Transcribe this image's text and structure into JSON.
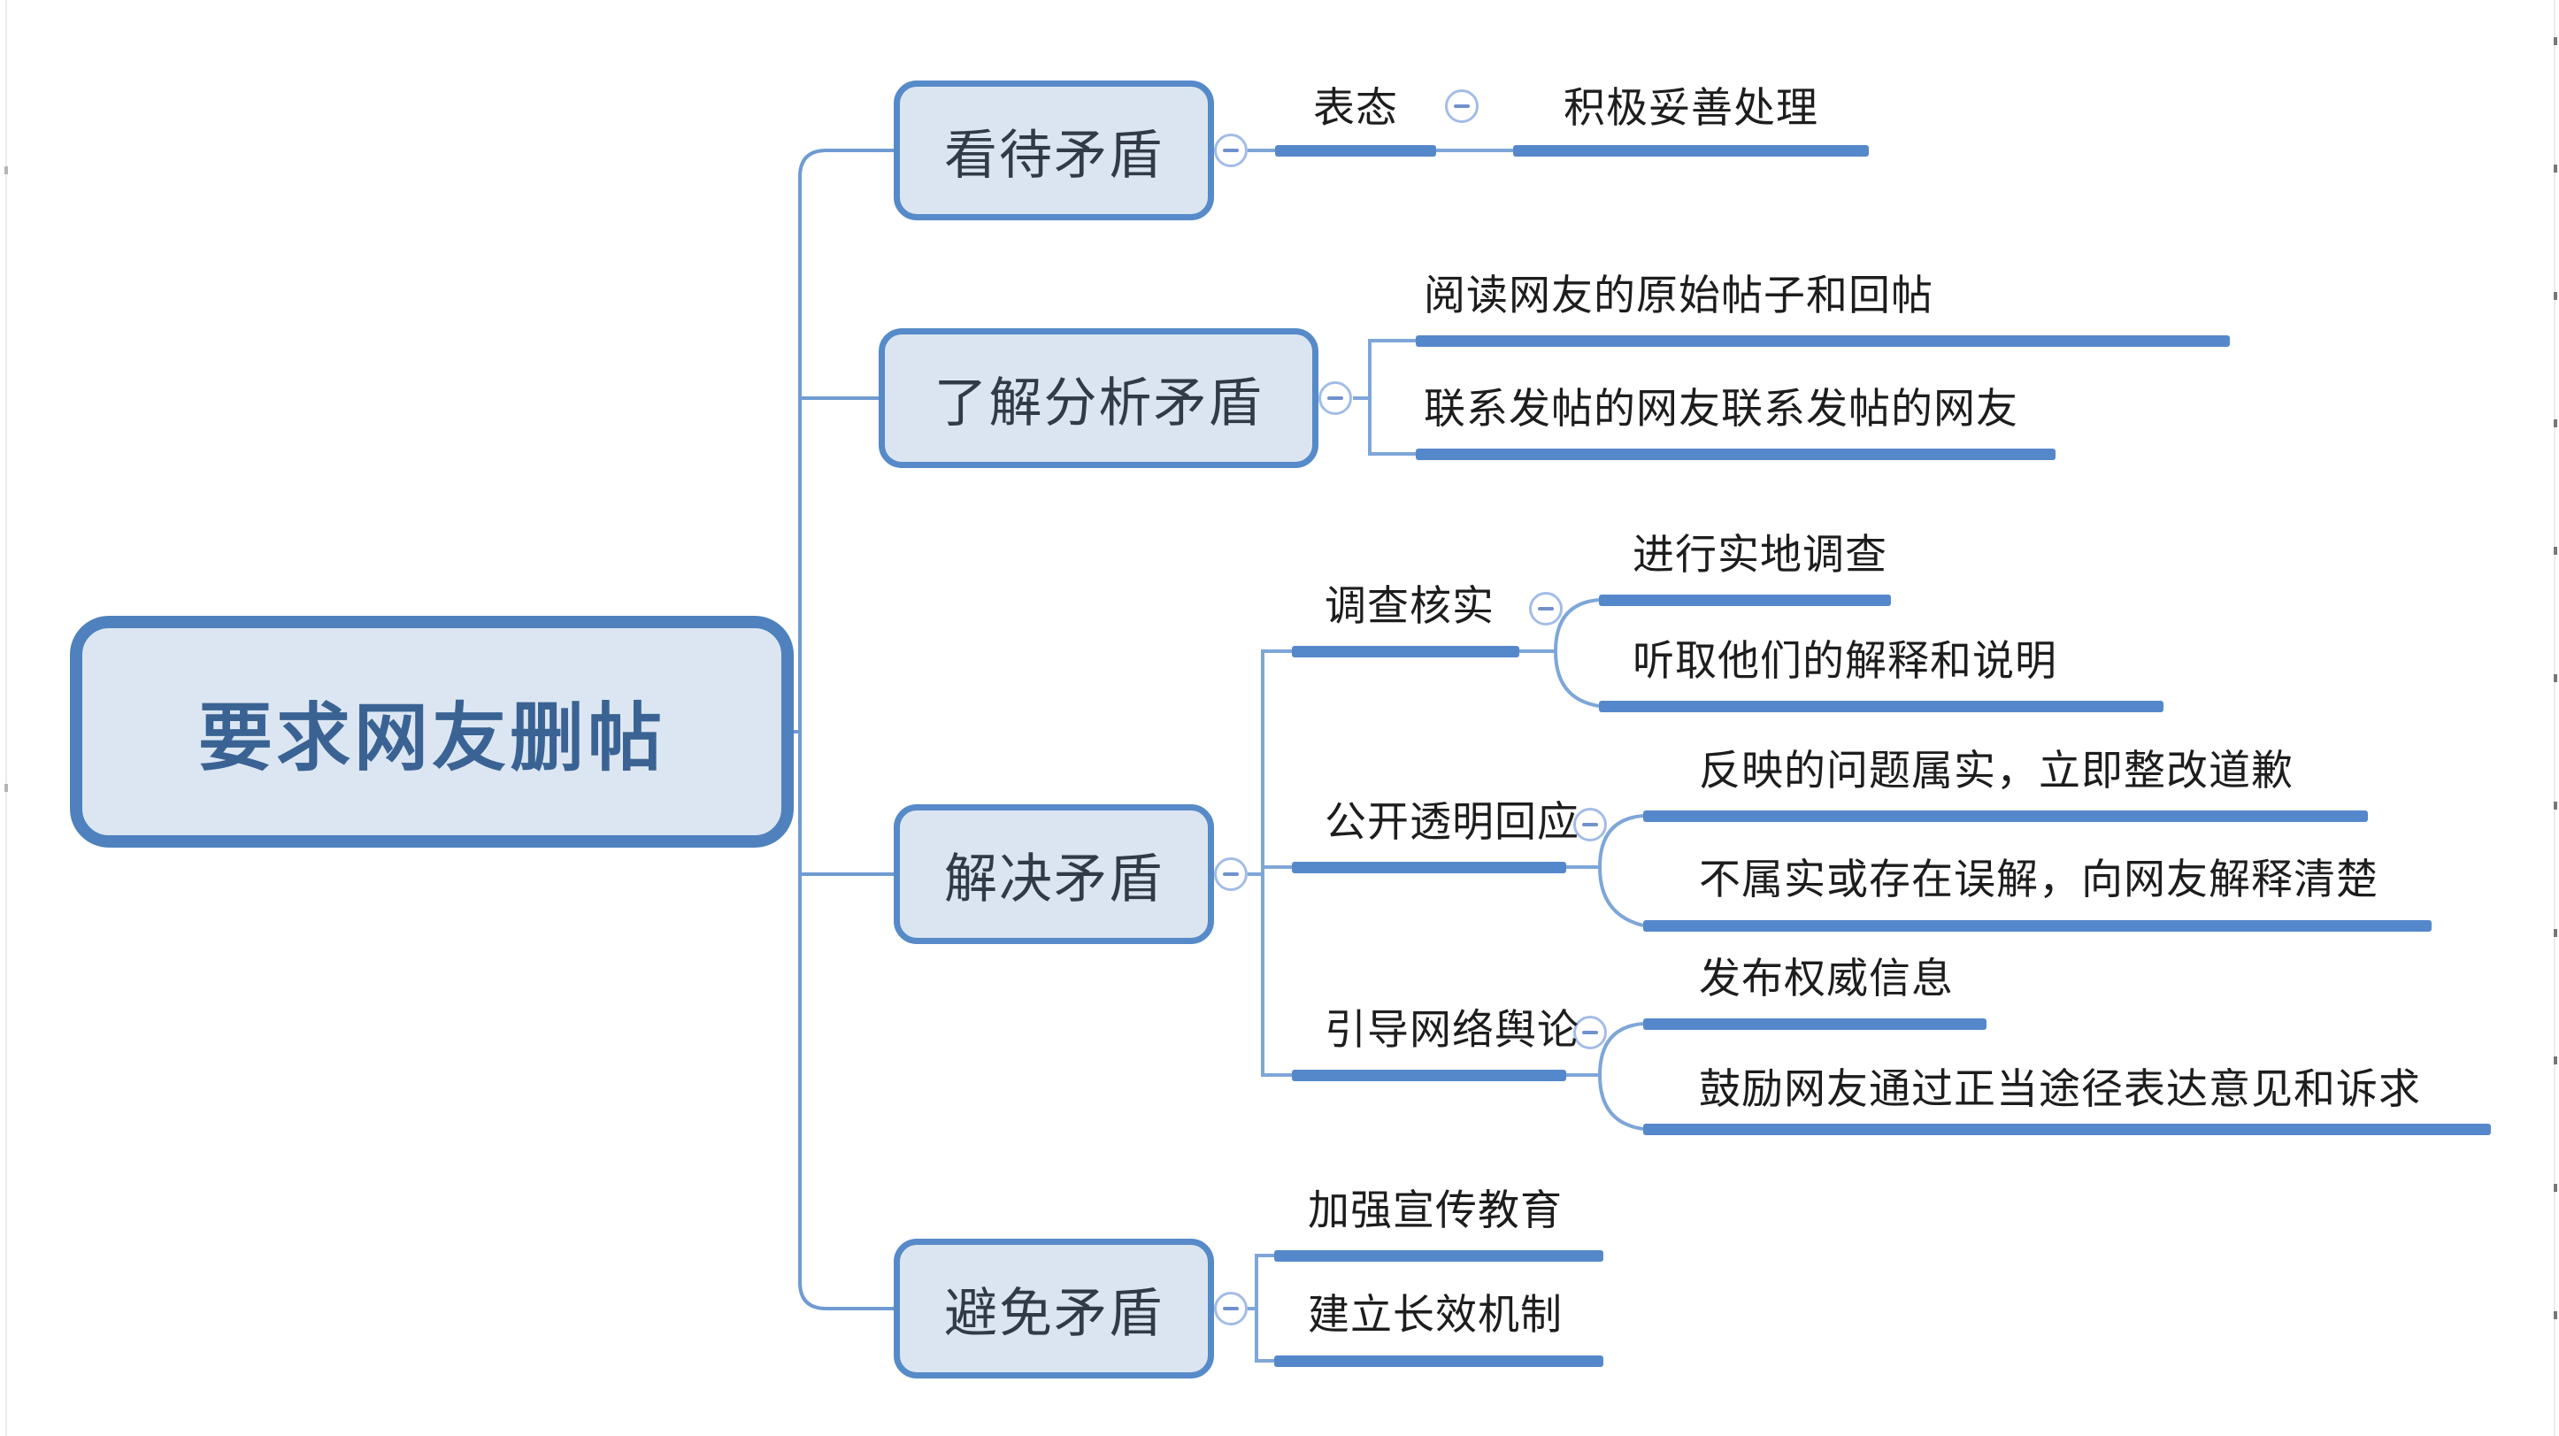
{
  "mindmap": {
    "root": {
      "label": "要求网友删帖"
    },
    "branches": [
      {
        "label": "看待矛盾",
        "children": [
          {
            "label": "表态",
            "children": [
              {
                "label": "积极妥善处理"
              }
            ]
          }
        ]
      },
      {
        "label": "了解分析矛盾",
        "children": [
          {
            "label": "阅读网友的原始帖子和回帖"
          },
          {
            "label": "联系发帖的网友联系发帖的网友"
          }
        ]
      },
      {
        "label": "解决矛盾",
        "children": [
          {
            "label": "调查核实",
            "children": [
              {
                "label": "进行实地调查"
              },
              {
                "label": "听取他们的解释和说明"
              }
            ]
          },
          {
            "label": "公开透明回应",
            "children": [
              {
                "label": "反映的问题属实，立即整改道歉"
              },
              {
                "label": "不属实或存在误解，向网友解释清楚"
              }
            ]
          },
          {
            "label": "引导网络舆论",
            "children": [
              {
                "label": "发布权威信息"
              },
              {
                "label": "鼓励网友通过正当途径表达意见和诉求"
              }
            ]
          }
        ]
      },
      {
        "label": "避免矛盾",
        "children": [
          {
            "label": "加强宣传教育"
          },
          {
            "label": "建立长效机制"
          }
        ]
      }
    ],
    "collapse_toggle_symbol": "−",
    "colors": {
      "node_fill": "#dbe5f1",
      "node_border": "#568ac8",
      "root_border": "#4e81bd",
      "root_text": "#3a6394",
      "underline_bar": "#5588cb",
      "connector": "#7ea6d8",
      "trunk": "#6f9bd1",
      "leaf_text": "#1d1d1d"
    }
  }
}
